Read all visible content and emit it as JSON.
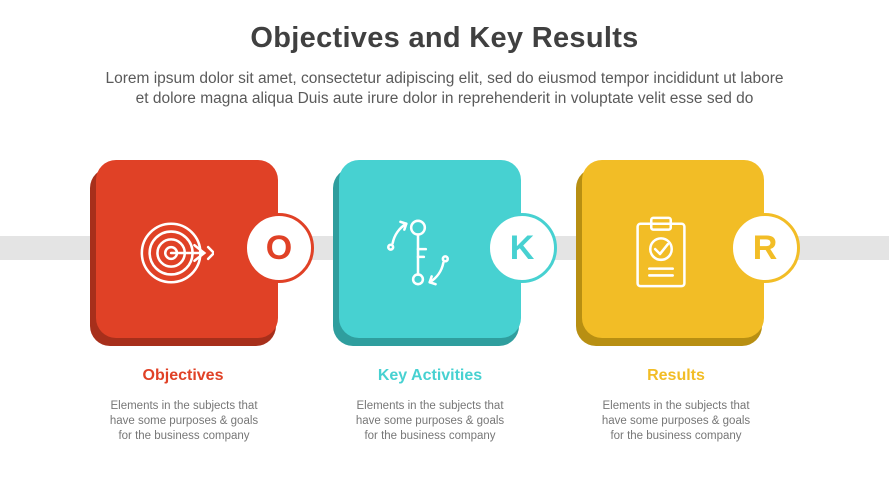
{
  "title": "Objectives and Key Results",
  "subtitle_line1": "Lorem ipsum dolor sit amet, consectetur adipiscing elit, sed do eiusmod tempor incididunt ut labore",
  "subtitle_line2": "et dolore magna aliqua Duis aute irure dolor in reprehenderit in voluptate velit esse sed do",
  "items": [
    {
      "letter": "O",
      "label": "Objectives",
      "icon": "target-icon",
      "color": "#e04126",
      "shadow": "#a72f1b",
      "desc": [
        "Elements in the subjects that",
        "have  some purposes & goals",
        "for the  business company"
      ]
    },
    {
      "letter": "K",
      "label": "Key Activities",
      "icon": "key-icon",
      "color": "#47d1d1",
      "shadow": "#2f9e9e",
      "desc": [
        "Elements in the subjects that",
        "have  some purposes & goals",
        "for the  business company"
      ]
    },
    {
      "letter": "R",
      "label": "Results",
      "icon": "clipboard-check-icon",
      "color": "#f2bd26",
      "shadow": "#b88f12",
      "desc": [
        "Elements in the subjects that",
        "have  some purposes & goals",
        "for the  business company"
      ]
    }
  ]
}
